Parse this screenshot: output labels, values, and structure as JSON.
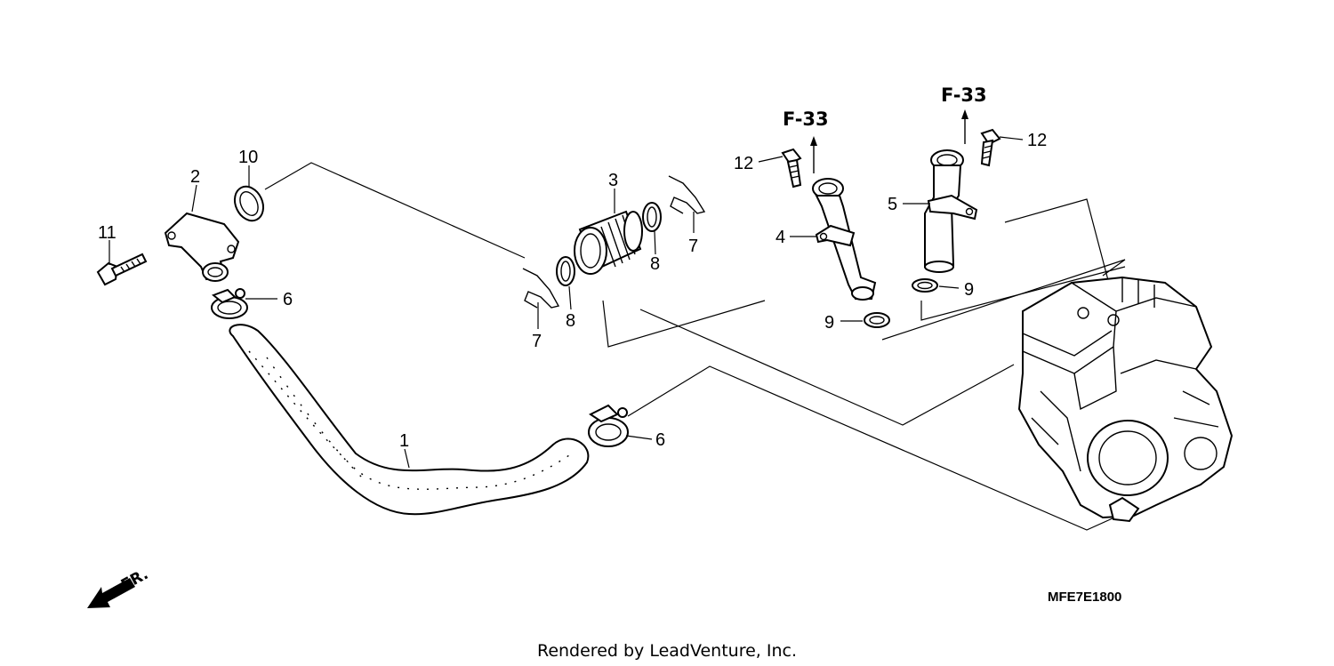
{
  "diagram": {
    "callouts": {
      "part_1": "1",
      "part_2": "2",
      "part_3": "3",
      "part_4": "4",
      "part_5": "5",
      "part_6a": "6",
      "part_6b": "6",
      "part_7a": "7",
      "part_7b": "7",
      "part_8a": "8",
      "part_8b": "8",
      "part_9a": "9",
      "part_9b": "9",
      "part_10": "10",
      "part_11": "11",
      "part_12a": "12",
      "part_12b": "12"
    },
    "references": {
      "ref_left": "F-33",
      "ref_right": "F-33"
    },
    "front_marker": "FR.",
    "diagram_code": "MFE7E1800",
    "credit": "Rendered by LeadVenture, Inc."
  }
}
